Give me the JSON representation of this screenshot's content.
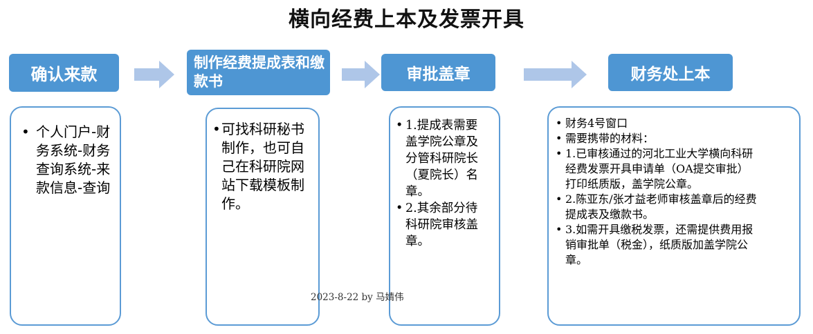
{
  "title": "横向经费上本及发票开具",
  "footer": "2023-8-22 by 马婧伟",
  "colors": {
    "step_header_fill": "#4e96d3",
    "step_header_text": "#ffffff",
    "arrow_fill": "#aec6e8",
    "detail_box_border": "#5b9bd5",
    "background": "#ffffff"
  },
  "steps": [
    {
      "label": "确认来款",
      "items": [
        "个人门户-财务系统-财务查询系统-来款信息-查询"
      ]
    },
    {
      "label": "制作经费提成表和缴款书",
      "items": [
        "可找科研秘书制作，也可自己在科研院网站下载模板制作。"
      ]
    },
    {
      "label": "审批盖章",
      "items": [
        "1.提成表需要盖学院公章及分管科研院长（夏院长）名章。",
        "2.其余部分待科研院审核盖章。"
      ]
    },
    {
      "label": "财务处上本",
      "items": [
        "财务4号窗口",
        "需要携带的材料：",
        "1.已审核通过的河北工业大学横向科研经费发票开具申请单（OA提交审批）打印纸质版，盖学院公章。",
        "2.陈亚东/张才益老师审核盖章后的经费提成表及缴款书。",
        "3.如需开具缴税发票，还需提供费用报销审批单（税金），纸质版加盖学院公章。"
      ]
    }
  ]
}
